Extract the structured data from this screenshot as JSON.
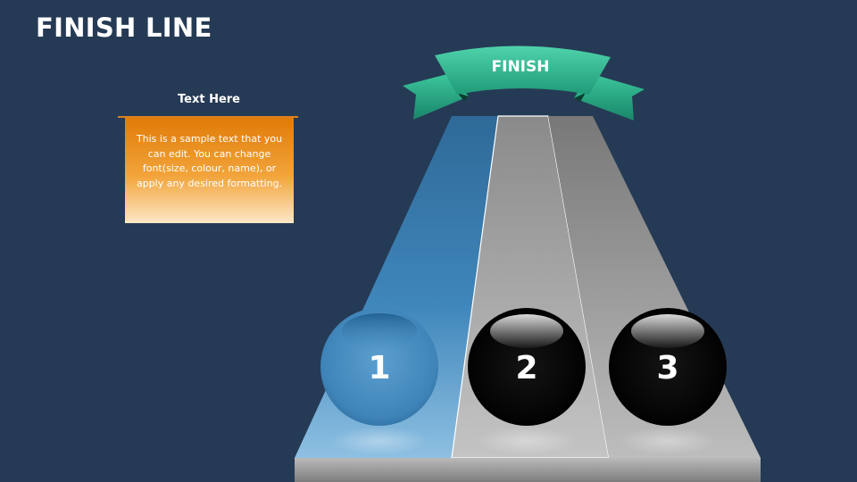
{
  "slide": {
    "title": "FINISH LINE"
  },
  "banner": {
    "label": "FINISH"
  },
  "note": {
    "heading": "Text Here",
    "body": "This is a sample text that you can edit. You can change font(size, colour, name), or apply any desired formatting."
  },
  "lanes": [
    {
      "number": "1",
      "color": "#3f84b8"
    },
    {
      "number": "2",
      "color": "#000000"
    },
    {
      "number": "3",
      "color": "#000000"
    }
  ],
  "colors": {
    "background": "#253a55",
    "accent_orange": "#e07b08",
    "ribbon_teal": "#2fbf96",
    "lane_blue": "#3f84b8",
    "lane_gray": "#9a9a9a"
  }
}
